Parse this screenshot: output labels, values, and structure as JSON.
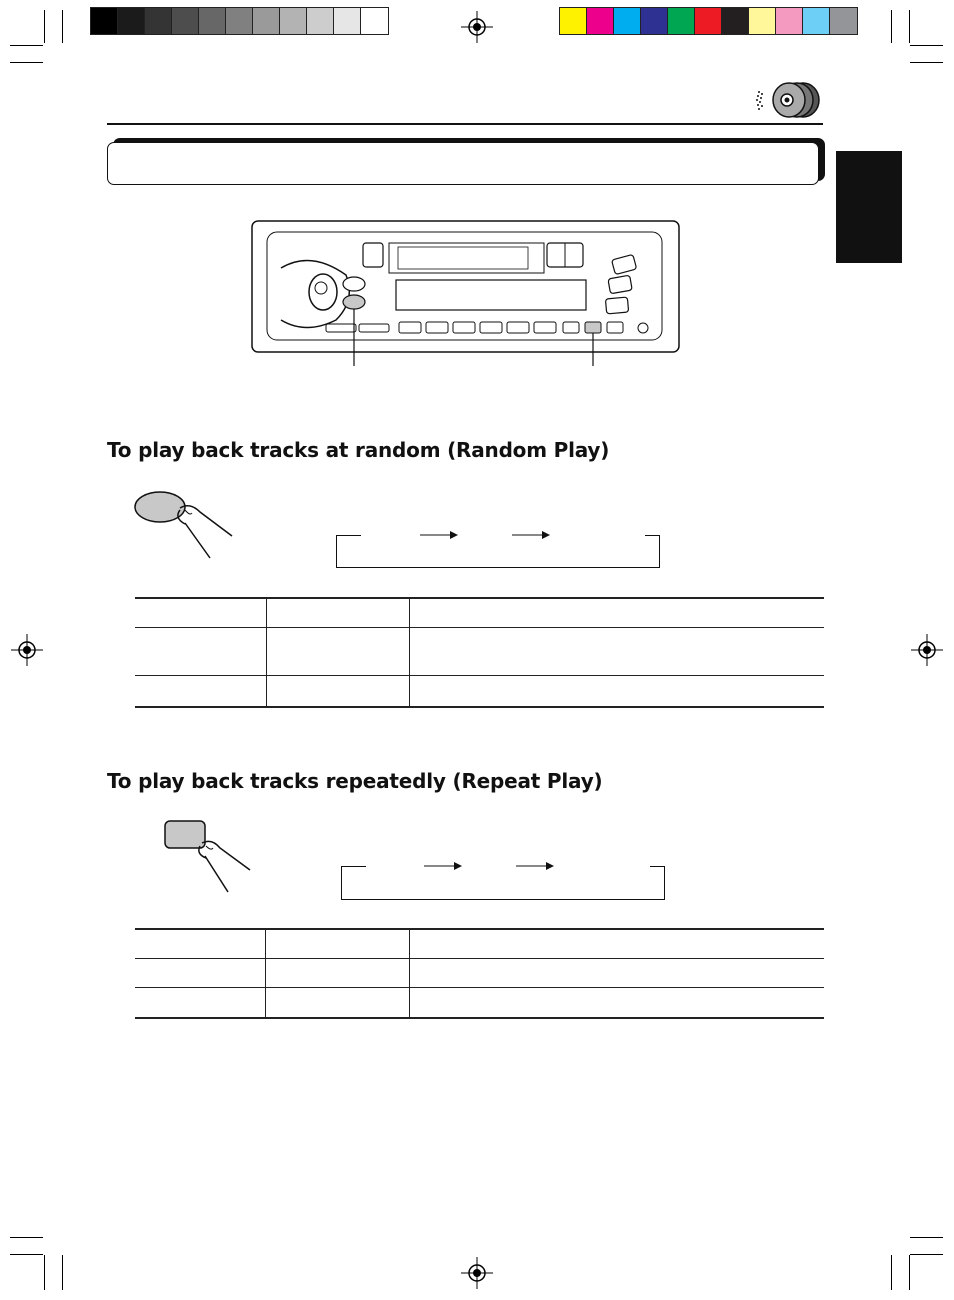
{
  "print_marks": {
    "gray_swatches": [
      "#000000",
      "#1b1b1b",
      "#343434",
      "#4d4d4d",
      "#676767",
      "#808080",
      "#9a9a9a",
      "#b3b3b3",
      "#cdcdcd",
      "#e6e6e6",
      "#ffffff"
    ],
    "color_swatches": [
      "#fff200",
      "#ec008c",
      "#00aeef",
      "#2e3192",
      "#00a651",
      "#ed1c24",
      "#231f20",
      "#fff799",
      "#f49ac1",
      "#6dcff6",
      "#939598"
    ]
  },
  "header": {
    "icon": "cd-disc-icon"
  },
  "colors": {
    "ink": "#111111",
    "button_fill": "#c8c8c8",
    "lang_tab": "#111111"
  },
  "random_section": {
    "heading": "To play back tracks at random (Random Play)",
    "table_rows": 3
  },
  "repeat_section": {
    "heading": "To play back tracks repeatedly (Repeat Play)",
    "table_rows": 3
  }
}
